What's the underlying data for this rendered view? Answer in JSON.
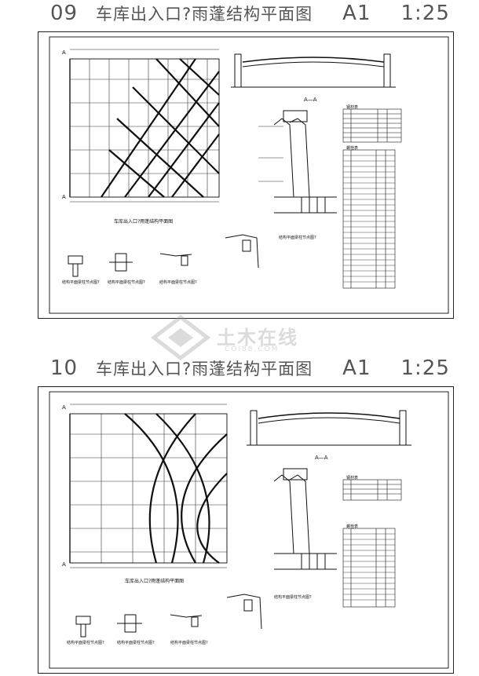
{
  "sheets": [
    {
      "number": "09",
      "name": "车库出入口?雨蓬结构平面图",
      "size": "A1",
      "scale": "1:25",
      "plan_caption": "车库出入口?雨蓬结构平面图",
      "section_label": "A—A",
      "detail_captions": [
        "结构平面梁柱节点图?",
        "结构平面梁柱节点图?",
        "结构平面梁柱节点图?"
      ],
      "detail_right_caption": "结构平面梁柱节点图?",
      "table_top_title": "钢材表",
      "table_bottom_title": "螺栓表"
    },
    {
      "number": "10",
      "name": "车库出入口?雨蓬结构平面图",
      "size": "A1",
      "scale": "1:25",
      "plan_caption": "车库出入口?雨蓬结构平面图",
      "section_label": "A—A",
      "detail_captions": [
        "结构平面梁柱节点图?",
        "结构平面梁柱节点图?",
        "结构平面梁柱节点图?"
      ],
      "detail_right_caption": "结构平面梁柱节点图?",
      "table_top_title": "钢材表",
      "table_bottom_title": "螺栓表"
    }
  ],
  "watermark": {
    "text": "土木在线",
    "sub": "COI88.COM"
  }
}
